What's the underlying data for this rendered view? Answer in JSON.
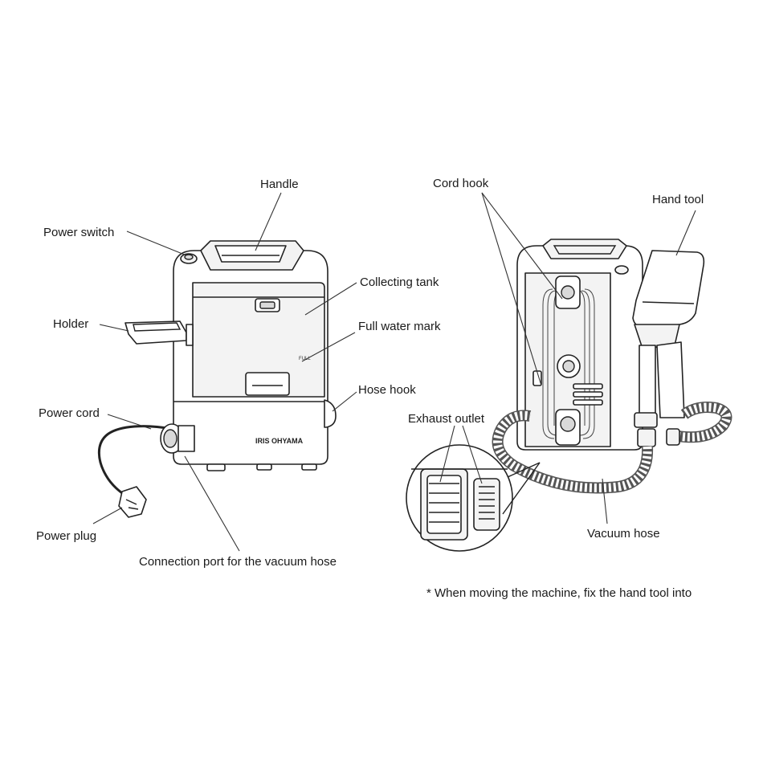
{
  "labels": {
    "handle": "Handle",
    "power_switch": "Power switch",
    "collecting_tank": "Collecting tank",
    "holder": "Holder",
    "full_water_mark": "Full water mark",
    "hose_hook": "Hose hook",
    "power_cord": "Power cord",
    "power_plug": "Power plug",
    "connection_port": "Connection port for the vacuum hose",
    "cord_hook": "Cord hook",
    "hand_tool": "Hand tool",
    "exhaust_outlet": "Exhaust outlet",
    "vacuum_hose": "Vacuum hose"
  },
  "brand_logo": "IRIS OHYAMA",
  "footnote": "* When moving the machine, fix the hand tool into"
}
